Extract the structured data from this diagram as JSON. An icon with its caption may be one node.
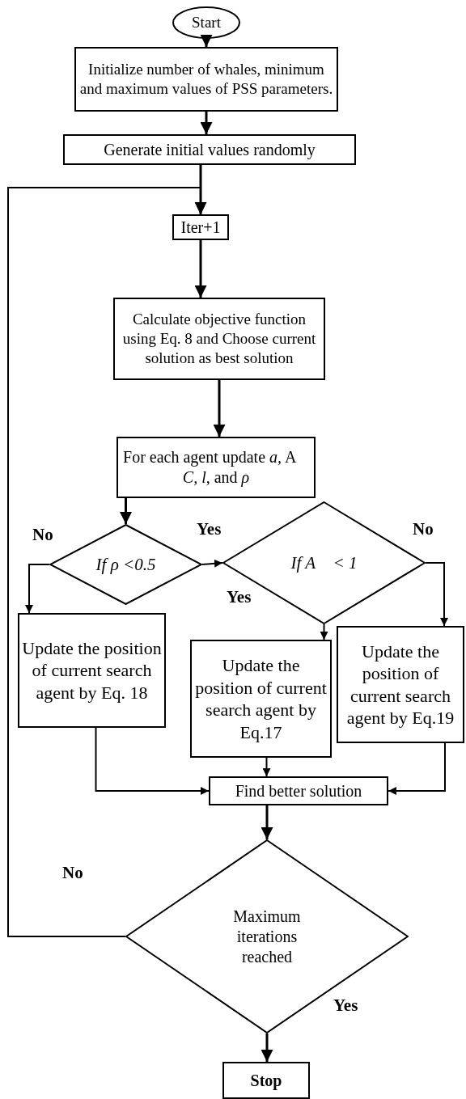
{
  "diagram": {
    "nodes": [
      {
        "text": [
          "Start"
        ]
      },
      {
        "text": [
          "Initialize number of whales, minimum and maximum values of PSS parameters."
        ]
      },
      {
        "text": [
          "Generate initial values randomly"
        ]
      },
      {
        "text": [
          "Iter+1"
        ]
      },
      {
        "text": [
          "Calculate objective function using Eq. 8 and Choose current solution as best solution"
        ]
      },
      {
        "text": [
          "For each agent update *a,* A⃗ *C, l*, and *ρ*"
        ]
      },
      {
        "text": [
          "If ρ <0.5"
        ]
      },
      {
        "text": [
          "If A⃗ < 1"
        ]
      },
      {
        "text": [
          "Update the position of current search agent by Eq. 18"
        ]
      },
      {
        "text": [
          "Update the position of current search agent by Eq.17"
        ]
      },
      {
        "text": [
          "Update the position of current search agent by Eq.19"
        ]
      },
      {
        "text": [
          "Find better solution"
        ]
      },
      {
        "text": [
          "Maximum iterations reached"
        ]
      },
      {
        "text": [
          "Stop"
        ]
      }
    ],
    "edges": [
      {
        "from": 0,
        "to": 1,
        "arrow": "to"
      },
      {
        "from": 1,
        "to": 2,
        "arrow": "to"
      },
      {
        "from": 2,
        "to": 3,
        "arrow": "to"
      },
      {
        "from": 3,
        "to": 4,
        "arrow": "to"
      },
      {
        "from": 4,
        "to": 5,
        "arrow": "to"
      },
      {
        "from": 5,
        "to": 6,
        "arrow": "to"
      },
      {
        "from": 6,
        "to": 7,
        "arrow": "to",
        "label": "Yes"
      },
      {
        "from": 6,
        "to": 8,
        "arrow": "to",
        "label": "No"
      },
      {
        "from": 7,
        "to": 9,
        "arrow": "to",
        "label": "Yes"
      },
      {
        "from": 7,
        "to": 10,
        "arrow": "to",
        "label": "No"
      },
      {
        "from": 8,
        "to": 11,
        "arrow": "to"
      },
      {
        "from": 9,
        "to": 11,
        "arrow": "to"
      },
      {
        "from": 10,
        "to": 11,
        "arrow": "to"
      },
      {
        "from": 11,
        "to": 12,
        "arrow": "to"
      },
      {
        "from": 12,
        "to": 3,
        "arrow": "to",
        "label": "No"
      },
      {
        "from": 12,
        "to": 13,
        "arrow": "to",
        "label": "Yes"
      }
    ]
  }
}
